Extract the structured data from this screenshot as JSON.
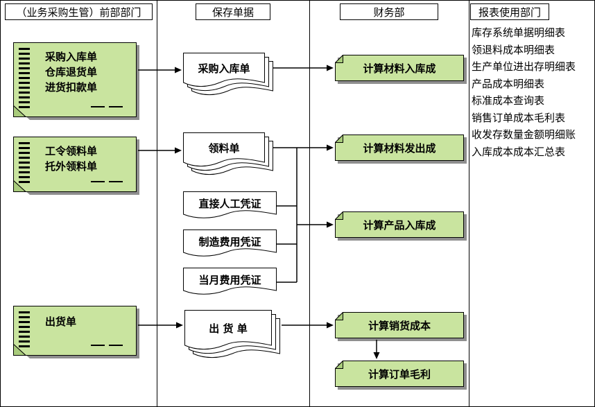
{
  "colors": {
    "green": "#c9e49f",
    "green_dark": "#a9cc7c",
    "shadow": "#8f8f8f",
    "border": "#000000"
  },
  "lanes": [
    {
      "title": "（业务采购生管）前部部门"
    },
    {
      "title": "保存单据"
    },
    {
      "title": "财务部"
    },
    {
      "title": "报表使用部门"
    }
  ],
  "front_dept_docs": [
    {
      "lines": [
        "采购入库单",
        "仓库退货单",
        "进货扣款单"
      ]
    },
    {
      "lines": [
        "工令领料单",
        "托外领料单"
      ]
    },
    {
      "lines": [
        "出货单"
      ]
    }
  ],
  "saved_docs": {
    "purchase_receipt": "采购入库单",
    "material_requisition": "领料单",
    "direct_labor_voucher": "直接人工凭证",
    "manufacturing_expense_voucher": "制造费用凭证",
    "monthly_expense_voucher": "当月费用凭证",
    "shipment_doc": "出 货 单"
  },
  "finance_tasks": [
    {
      "label": "计算材料入库成"
    },
    {
      "label": "计算材料发出成"
    },
    {
      "label": "计算产品入库成"
    },
    {
      "label": "计算销货成本"
    },
    {
      "label": "计算订单毛利"
    }
  ],
  "reports": [
    {
      "label": "库存系统单据明细表"
    },
    {
      "label": "领退料成本明细表"
    },
    {
      "label": "生产单位进出存明细表"
    },
    {
      "label": "产品成本明细表"
    },
    {
      "label": "标准成本查询表"
    },
    {
      "label": "销售订单成本毛利表"
    },
    {
      "label": "收发存数量金额明细账"
    },
    {
      "label": "入库成本成本汇总表"
    }
  ]
}
